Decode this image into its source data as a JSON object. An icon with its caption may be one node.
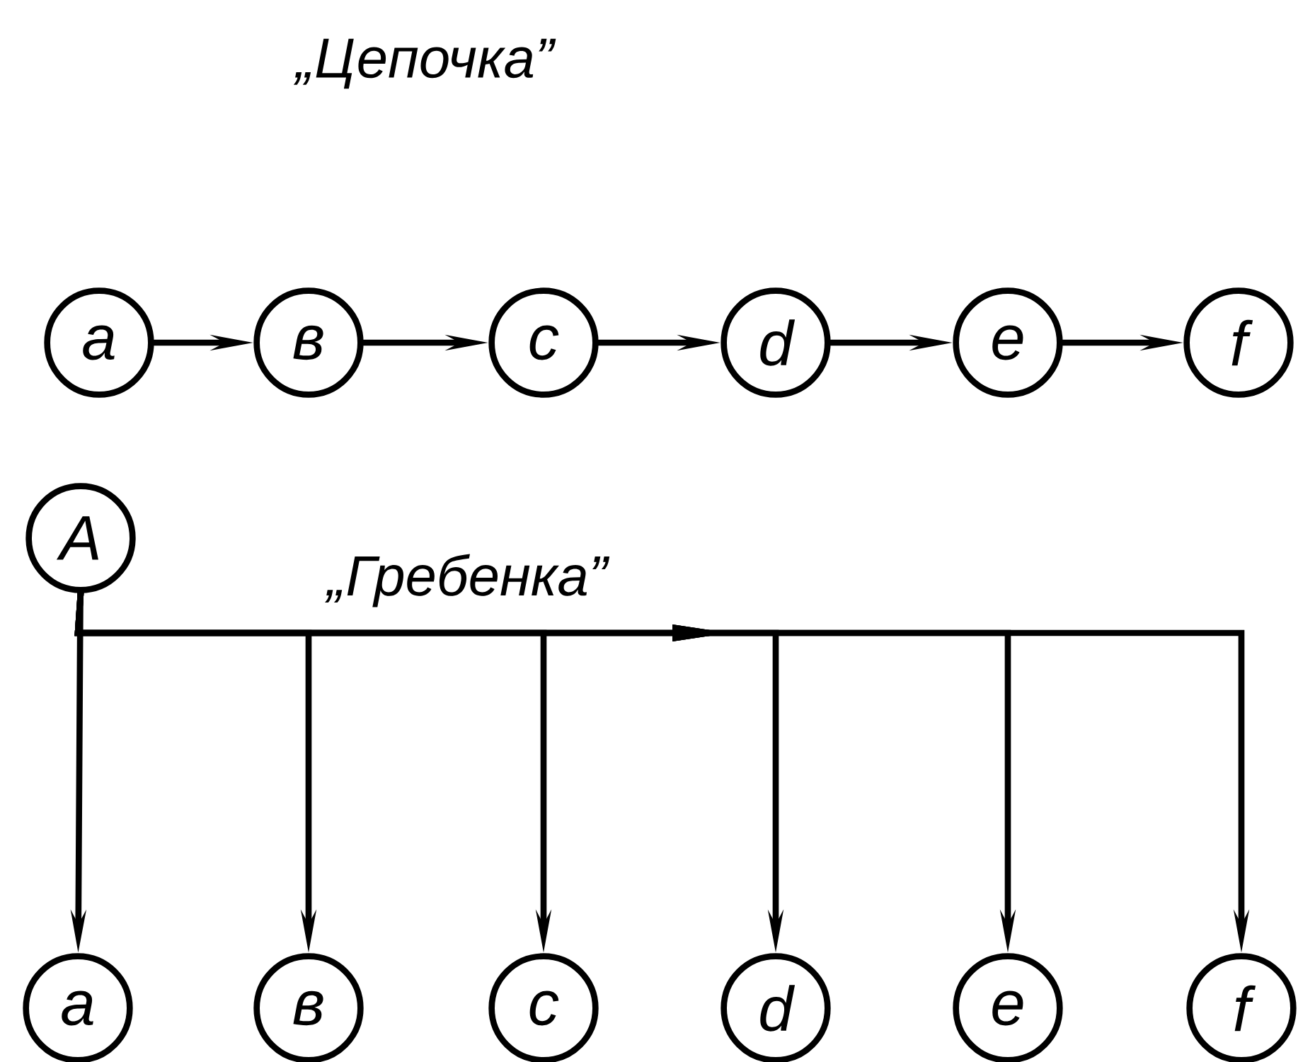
{
  "diagram": {
    "nodes": [
      {
        "text": [
          "a"
        ]
      },
      {
        "text": [
          "в"
        ]
      },
      {
        "text": [
          "c"
        ]
      },
      {
        "text": [
          "d"
        ]
      },
      {
        "text": [
          "e"
        ]
      },
      {
        "text": [
          "f"
        ]
      },
      {
        "text": [
          "A"
        ]
      },
      {
        "text": [
          "a"
        ]
      },
      {
        "text": [
          "в"
        ]
      },
      {
        "text": [
          "c"
        ]
      },
      {
        "text": [
          "d"
        ]
      },
      {
        "text": [
          "e"
        ]
      },
      {
        "text": [
          "f"
        ]
      }
    ],
    "edges": [
      {
        "from": 0,
        "to": 1,
        "arrow": "to"
      },
      {
        "from": 1,
        "to": 2,
        "arrow": "to"
      },
      {
        "from": 2,
        "to": 3,
        "arrow": "to"
      },
      {
        "from": 3,
        "to": 4,
        "arrow": "to"
      },
      {
        "from": 4,
        "to": 5,
        "arrow": "to"
      },
      {
        "from": 6,
        "to": 7,
        "arrow": "to"
      },
      {
        "from": 6,
        "to": 8,
        "arrow": "to"
      },
      {
        "from": 6,
        "to": 9,
        "arrow": "to"
      },
      {
        "from": 6,
        "to": 10,
        "arrow": "to"
      },
      {
        "from": 6,
        "to": 11,
        "arrow": "to"
      },
      {
        "from": 6,
        "to": 12,
        "arrow": "to"
      }
    ],
    "labels": [
      "„Цепочка”",
      "„Гребенка”"
    ]
  }
}
